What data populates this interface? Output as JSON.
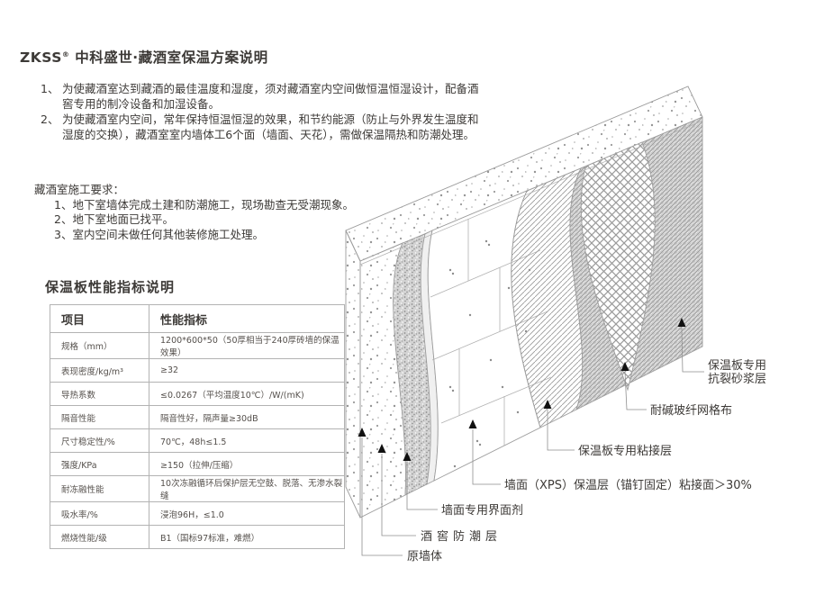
{
  "header": {
    "brand": "ZKSS",
    "reg_mark": "®",
    "title": "中科盛世·藏酒室保温方案说明"
  },
  "intro": {
    "items": [
      {
        "num": "1、",
        "text": "为使藏酒室达到藏酒的最佳温度和湿度，须对藏酒室内空间做恒温恒湿设计，配备酒窖专用的制冷设备和加湿设备。"
      },
      {
        "num": "2、",
        "text": "为使藏酒室内空间，常年保持恒温恒湿的效果，和节约能源（防止与外界发生温度和湿度的交换），藏酒室室内墙体工6个面（墙面、天花），需做保温隔热和防潮处理。"
      }
    ]
  },
  "requirements": {
    "heading": "藏酒室施工要求：",
    "items": [
      "1、地下室墙体完成土建和防潮施工，现场勘查无受潮现象。",
      "2、地下室地面已找平。",
      "3、室内空间未做任何其他装修施工处理。"
    ]
  },
  "spec_table": {
    "title": "保温板性能指标说明",
    "headers": [
      "项目",
      "性能指标"
    ],
    "rows": [
      {
        "label": "规格（mm）",
        "value": "1200*600*50（50厚相当于240厚砖墙的保温效果）"
      },
      {
        "label": "表现密度/kg/m³",
        "value": "≥32"
      },
      {
        "label": "导热系数",
        "value": "≤0.0267（平均温度10℃）/W/(mK)"
      },
      {
        "label": "隔音性能",
        "value": "隔音性好，隔声量≥30dB"
      },
      {
        "label": "尺寸稳定性/%",
        "value": "70℃，48h≤1.5"
      },
      {
        "label": "强度/KPa",
        "value": "≥150（拉伸/压缩）"
      },
      {
        "label": "耐冻融性能",
        "value": "10次冻融循环后保护层无空鼓、脱落、无渗水裂缝"
      },
      {
        "label": "吸水率/%",
        "value": "浸泡96H，≤1.0"
      },
      {
        "label": "燃烧性能/级",
        "value": "B1（国标97标准，难燃）"
      }
    ]
  },
  "diagram": {
    "labels": {
      "mortar1": "保温板专用",
      "mortar2": "抗裂砂浆层",
      "mesh": "耐碱玻纤网格布",
      "adhesive": "保温板专用粘接层",
      "xps": "墙面（XPS）保温层（锚钉固定）粘接面＞30%",
      "interface": "墙面专用界面剂",
      "moisture": "酒窖防潮层",
      "wall": "原墙体"
    },
    "line_color": "#9c9c9c",
    "arrow_color": "#111111"
  }
}
